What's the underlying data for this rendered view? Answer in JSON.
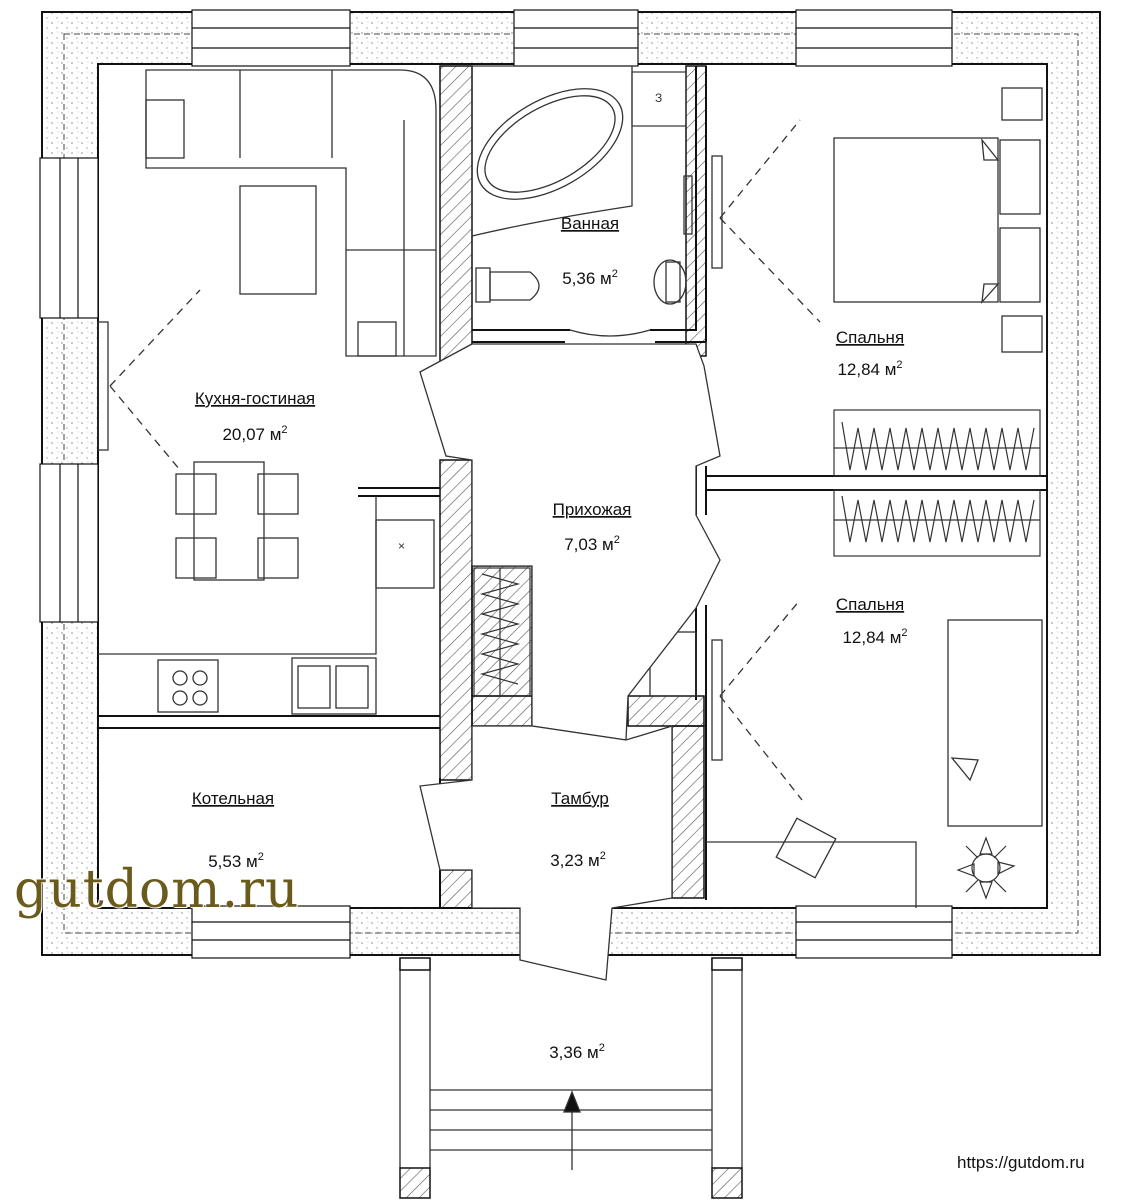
{
  "rooms": {
    "bathroom": {
      "name": "Ванная",
      "area": "5,36 м",
      "area_sup": "2"
    },
    "living_kitchen": {
      "name": "Кухня-гостиная",
      "area": "20,07 м",
      "area_sup": "2"
    },
    "bedroom_top": {
      "name": "Спальня",
      "area": "12,84 м",
      "area_sup": "2"
    },
    "hallway": {
      "name": "Прихожая",
      "area": "7,03 м",
      "area_sup": "2"
    },
    "bedroom_bottom": {
      "name": "Спальня",
      "area": "12,84 м",
      "area_sup": "2"
    },
    "boiler_room": {
      "name": "Котельная",
      "area": "5,53 м",
      "area_sup": "2"
    },
    "vestibule": {
      "name": "Тамбур",
      "area": "3,23 м",
      "area_sup": "2"
    },
    "porch": {
      "area": "3,36 м",
      "area_sup": "2"
    }
  },
  "labels": {
    "bath_mark": "З",
    "stove_mark": "×"
  },
  "watermark": "gutdom.ru",
  "site_url": "https://gutdom.ru",
  "colors": {
    "wall": "#111111",
    "hatch": "#555555",
    "watermark": "#6a5a1c"
  }
}
